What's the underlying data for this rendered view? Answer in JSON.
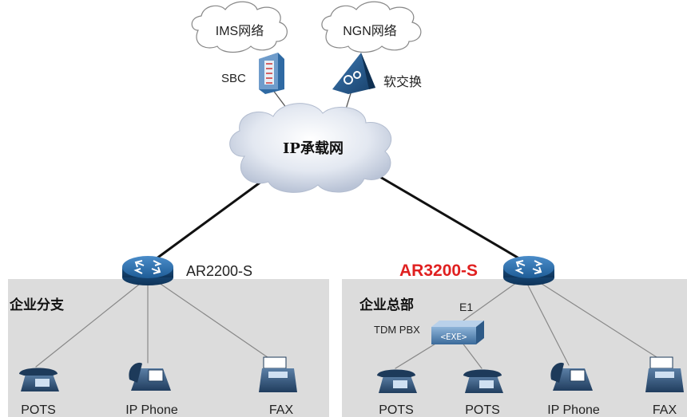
{
  "clouds": {
    "ims": "IMS网络",
    "ngn": "NGN网络",
    "core": "IP承载网"
  },
  "devices": {
    "sbc": "SBC",
    "softswitch": "软交换",
    "router_branch": "AR2200-S",
    "router_hq": "AR3200-S",
    "pbx": "TDM PBX",
    "pbx_link": "E1",
    "pbx_box_text": "<EXE>"
  },
  "sites": {
    "branch": {
      "label": "企业分支",
      "terminals": [
        "POTS",
        "IP Phone",
        "FAX"
      ]
    },
    "hq": {
      "label": "企业总部",
      "terminals": [
        "POTS",
        "POTS",
        "IP Phone",
        "FAX"
      ]
    }
  },
  "colors": {
    "accent_red": "#e02020",
    "site_fill": "#dcdcdc",
    "router": "#1b5a96",
    "cloud_core": "#cfd6e4"
  }
}
